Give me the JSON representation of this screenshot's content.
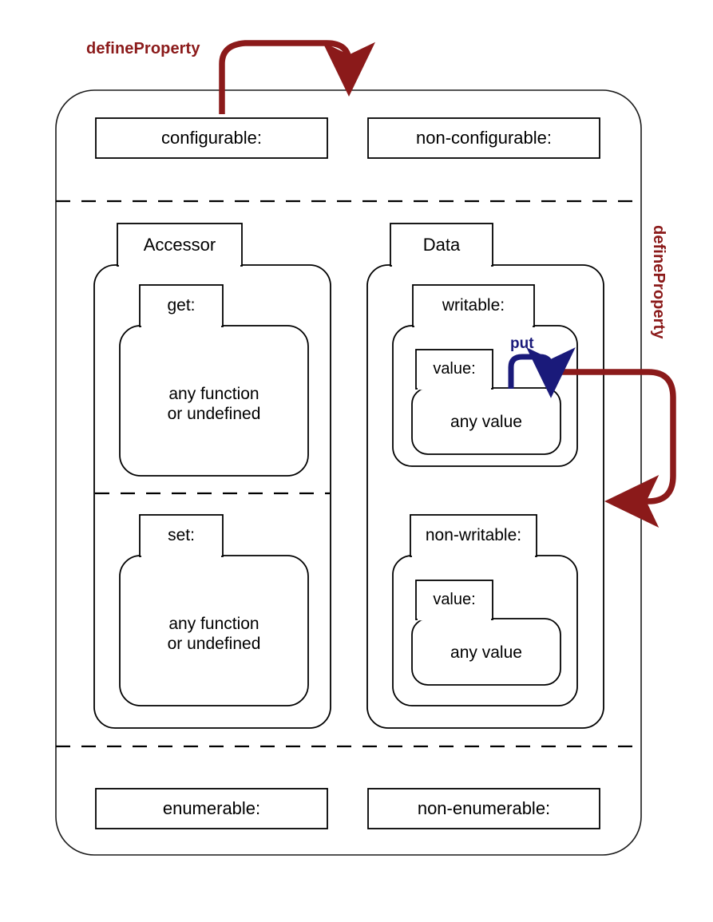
{
  "diagram": {
    "title": "JavaScript property attributes diagram",
    "colors": {
      "stroke": "#000000",
      "background": "#ffffff",
      "define_property_arrow": "#8B1A1A",
      "put_arrow": "#1A1A7A"
    },
    "annotations": [
      {
        "id": "define-property-top",
        "label": "defineProperty",
        "orientation": "horizontal",
        "color": "#8B1A1A"
      },
      {
        "id": "define-property-right",
        "label": "defineProperty",
        "orientation": "vertical",
        "color": "#8B1A1A"
      },
      {
        "id": "put",
        "label": "put",
        "orientation": "horizontal",
        "color": "#1A1A7A"
      }
    ],
    "top_row": [
      {
        "id": "configurable",
        "label": "configurable:"
      },
      {
        "id": "non-configurable",
        "label": "non-configurable:"
      }
    ],
    "middle_panels": [
      {
        "id": "accessor",
        "label": "Accessor",
        "slots": [
          {
            "id": "get",
            "label": "get:",
            "value": "any function\nor undefined"
          },
          {
            "id": "set",
            "label": "set:",
            "value": "any function\nor undefined"
          }
        ]
      },
      {
        "id": "data",
        "label": "Data",
        "slots": [
          {
            "id": "writable",
            "label": "writable:",
            "inner_label": "value:",
            "value": "any value"
          },
          {
            "id": "non-writable",
            "label": "non-writable:",
            "inner_label": "value:",
            "value": "any value"
          }
        ]
      }
    ],
    "bottom_row": [
      {
        "id": "enumerable",
        "label": "enumerable:"
      },
      {
        "id": "non-enumerable",
        "label": "non-enumerable:"
      }
    ]
  }
}
